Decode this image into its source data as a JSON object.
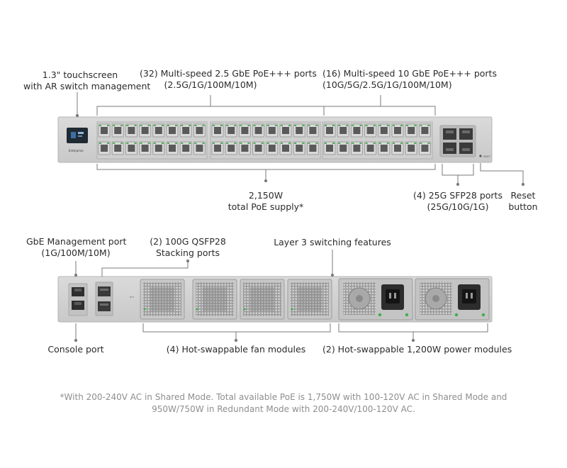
{
  "front": {
    "touchscreen_label": [
      "1.3\" touchscreen",
      "with AR switch management"
    ],
    "ports_2_5g_label": [
      "(32) Multi-speed 2.5 GbE PoE+++ ports",
      "(2.5G/1G/100M/10M)"
    ],
    "ports_10g_label": [
      "(16) Multi-speed 10 GbE PoE+++ ports",
      "(10G/5G/2.5G/1G/100M/10M)"
    ],
    "poe_label": [
      "2,150W",
      "total PoE supply*"
    ],
    "sfp_label": [
      "(4) 25G SFP28 ports",
      "(25G/10G/1G)"
    ],
    "reset_label": [
      "Reset",
      "button"
    ],
    "brand_text": "Enterprise",
    "reset_text": "RESET"
  },
  "back": {
    "mgmt_label": [
      "GbE Management port",
      "(1G/100M/10M)"
    ],
    "qsfp_label": [
      "(2) 100G QSFP28",
      "Stacking ports"
    ],
    "l3_label": "Layer 3 switching features",
    "console_label": "Console port",
    "fans_label": "(4) Hot-swappable fan modules",
    "psu_label": "(2) Hot-swappable 1,200W power modules"
  },
  "footnote": [
    "*With 200-240V AC in Shared Mode. Total available PoE is 1,750W with 100-120V AC in Shared Mode and",
    "950W/750W in Redundant Mode with 200-240V/100-120V AC."
  ]
}
